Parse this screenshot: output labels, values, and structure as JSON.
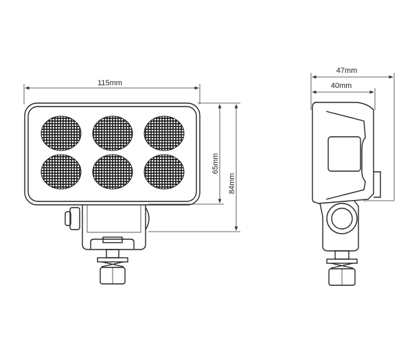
{
  "dimensions": {
    "front_width": "115mm",
    "lens_height": "65mm",
    "total_height": "84mm",
    "side_depth_total": "47mm",
    "side_depth_body": "40mm"
  },
  "colors": {
    "line": "#222222",
    "background": "#ffffff"
  }
}
